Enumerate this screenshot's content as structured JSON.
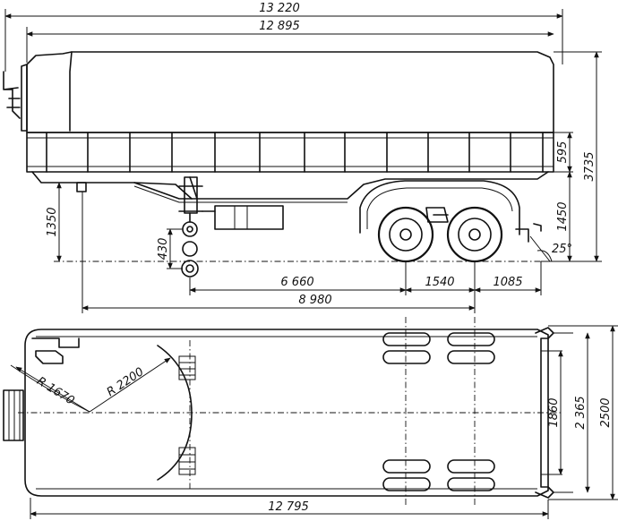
{
  "dimensions": {
    "overall_length": "13 220",
    "body_length": "12 895",
    "height_body_side": "595",
    "height_total": "3735",
    "height_frame": "1450",
    "height_coupling": "1350",
    "kingpin_offset": "430",
    "wheelbase_main": "6 660",
    "axle_spacing": "1540",
    "rear_overhang": "1085",
    "kingpin_to_rear": "8 980",
    "departure_angle": "25°",
    "radius_front": "R 1670",
    "radius_swing": "R 2200",
    "track_width": "1860",
    "frame_width": "2 365",
    "overall_width": "2500",
    "plan_length": "12 795"
  },
  "colors": {
    "ink": "#111111",
    "paper": "#ffffff"
  }
}
